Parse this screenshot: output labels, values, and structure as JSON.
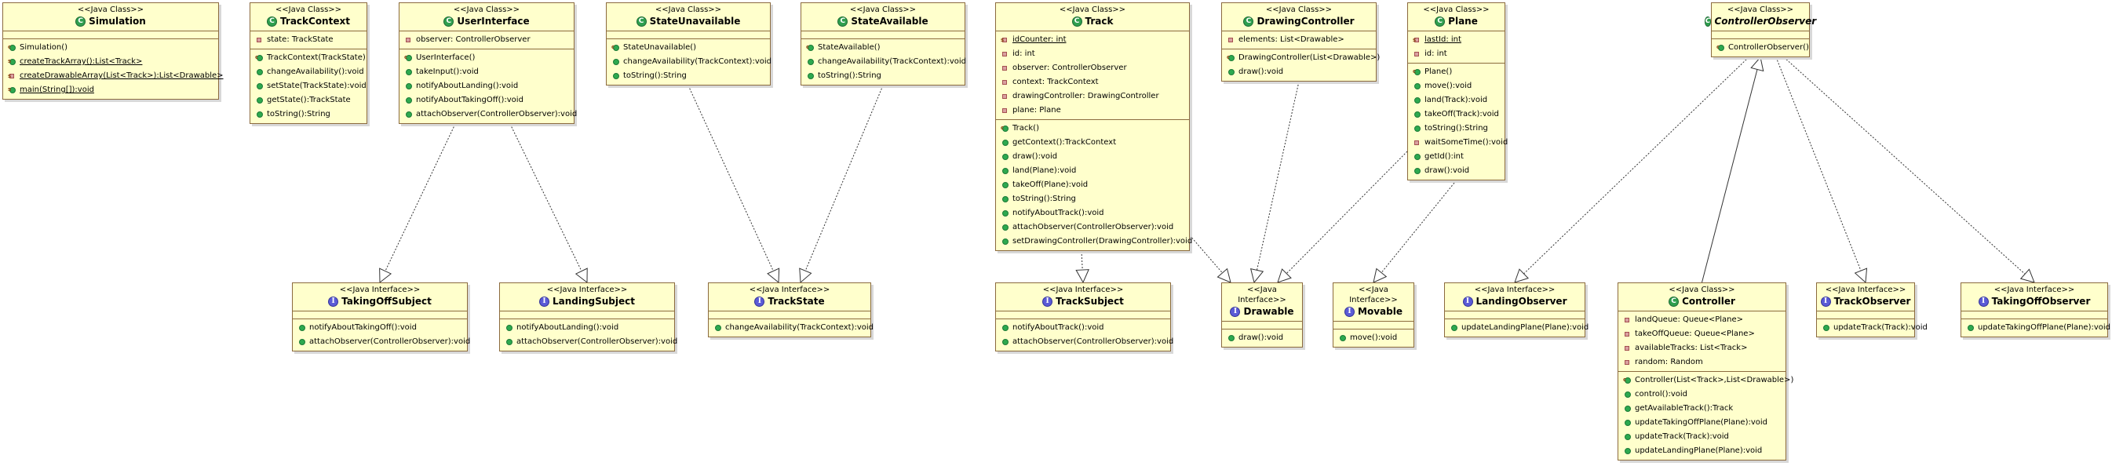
{
  "classes": [
    {
      "id": "Simulation",
      "stereotype": "<<Java Class>>",
      "name": "Simulation",
      "kind": "class",
      "abstract": false,
      "fields": [],
      "methods": [
        {
          "vis": "public",
          "ctor": true,
          "static": false,
          "text": "Simulation()"
        },
        {
          "vis": "public",
          "ctor": false,
          "static": true,
          "text": "createTrackArray():List<Track>"
        },
        {
          "vis": "private",
          "ctor": false,
          "static": true,
          "text": "createDrawableArray(List<Track>):List<Drawable>"
        },
        {
          "vis": "public",
          "ctor": false,
          "static": true,
          "text": "main(String[]):void"
        }
      ]
    },
    {
      "id": "TrackContext",
      "stereotype": "<<Java Class>>",
      "name": "TrackContext",
      "kind": "class",
      "abstract": false,
      "fields": [
        {
          "vis": "private",
          "text": "state: TrackState"
        }
      ],
      "methods": [
        {
          "vis": "public",
          "ctor": true,
          "text": "TrackContext(TrackState)"
        },
        {
          "vis": "public",
          "text": "changeAvailability():void"
        },
        {
          "vis": "public",
          "text": "setState(TrackState):void"
        },
        {
          "vis": "public",
          "text": "getState():TrackState"
        },
        {
          "vis": "public",
          "text": "toString():String"
        }
      ]
    },
    {
      "id": "UserInterface",
      "stereotype": "<<Java Class>>",
      "name": "UserInterface",
      "kind": "class",
      "abstract": false,
      "fields": [
        {
          "vis": "private",
          "text": "observer: ControllerObserver"
        }
      ],
      "methods": [
        {
          "vis": "public",
          "ctor": true,
          "text": "UserInterface()"
        },
        {
          "vis": "public",
          "text": "takeInput():void"
        },
        {
          "vis": "public",
          "text": "notifyAboutLanding():void"
        },
        {
          "vis": "public",
          "text": "notifyAboutTakingOff():void"
        },
        {
          "vis": "public",
          "text": "attachObserver(ControllerObserver):void"
        }
      ]
    },
    {
      "id": "StateUnavailable",
      "stereotype": "<<Java Class>>",
      "name": "StateUnavailable",
      "kind": "class",
      "abstract": false,
      "fields": [],
      "methods": [
        {
          "vis": "public",
          "ctor": true,
          "text": "StateUnavailable()"
        },
        {
          "vis": "public",
          "text": "changeAvailability(TrackContext):void"
        },
        {
          "vis": "public",
          "text": "toString():String"
        }
      ]
    },
    {
      "id": "StateAvailable",
      "stereotype": "<<Java Class>>",
      "name": "StateAvailable",
      "kind": "class",
      "abstract": false,
      "fields": [],
      "methods": [
        {
          "vis": "public",
          "ctor": true,
          "text": "StateAvailable()"
        },
        {
          "vis": "public",
          "text": "changeAvailability(TrackContext):void"
        },
        {
          "vis": "public",
          "text": "toString():String"
        }
      ]
    },
    {
      "id": "Track",
      "stereotype": "<<Java Class>>",
      "name": "Track",
      "kind": "class",
      "abstract": false,
      "fields": [
        {
          "vis": "private",
          "static": true,
          "text": "idCounter: int"
        },
        {
          "vis": "private",
          "text": "id: int"
        },
        {
          "vis": "private",
          "text": "observer: ControllerObserver"
        },
        {
          "vis": "private",
          "text": "context: TrackContext"
        },
        {
          "vis": "private",
          "text": "drawingController: DrawingController"
        },
        {
          "vis": "private",
          "text": "plane: Plane"
        }
      ],
      "methods": [
        {
          "vis": "public",
          "ctor": true,
          "text": "Track()"
        },
        {
          "vis": "public",
          "text": "getContext():TrackContext"
        },
        {
          "vis": "public",
          "text": "draw():void"
        },
        {
          "vis": "public",
          "text": "land(Plane):void"
        },
        {
          "vis": "public",
          "text": "takeOff(Plane):void"
        },
        {
          "vis": "public",
          "text": "toString():String"
        },
        {
          "vis": "public",
          "text": "notifyAboutTrack():void"
        },
        {
          "vis": "public",
          "text": "attachObserver(ControllerObserver):void"
        },
        {
          "vis": "public",
          "text": "setDrawingController(DrawingController):void"
        }
      ]
    },
    {
      "id": "DrawingController",
      "stereotype": "<<Java Class>>",
      "name": "DrawingController",
      "kind": "class",
      "abstract": false,
      "fields": [
        {
          "vis": "private",
          "text": "elements: List<Drawable>"
        }
      ],
      "methods": [
        {
          "vis": "public",
          "ctor": true,
          "text": "DrawingController(List<Drawable>)"
        },
        {
          "vis": "public",
          "text": "draw():void"
        }
      ]
    },
    {
      "id": "Plane",
      "stereotype": "<<Java Class>>",
      "name": "Plane",
      "kind": "class",
      "abstract": false,
      "fields": [
        {
          "vis": "private",
          "static": true,
          "text": "lastId: int"
        },
        {
          "vis": "private",
          "text": "id: int"
        }
      ],
      "methods": [
        {
          "vis": "public",
          "ctor": true,
          "text": "Plane()"
        },
        {
          "vis": "public",
          "text": "move():void"
        },
        {
          "vis": "public",
          "text": "land(Track):void"
        },
        {
          "vis": "public",
          "text": "takeOff(Track):void"
        },
        {
          "vis": "public",
          "text": "toString():String"
        },
        {
          "vis": "private",
          "text": "waitSomeTime():void"
        },
        {
          "vis": "public",
          "text": "getId():int"
        },
        {
          "vis": "public",
          "text": "draw():void"
        }
      ]
    },
    {
      "id": "ControllerObserver",
      "stereotype": "<<Java Class>>",
      "name": "ControllerObserver",
      "kind": "class",
      "abstract": true,
      "fields": [],
      "methods": [
        {
          "vis": "public",
          "ctor": true,
          "text": "ControllerObserver()"
        }
      ]
    },
    {
      "id": "TakingOffSubject",
      "stereotype": "<<Java Interface>>",
      "name": "TakingOffSubject",
      "kind": "interface",
      "abstract": false,
      "fields": [],
      "methods": [
        {
          "vis": "public",
          "text": "notifyAboutTakingOff():void"
        },
        {
          "vis": "public",
          "text": "attachObserver(ControllerObserver):void"
        }
      ]
    },
    {
      "id": "LandingSubject",
      "stereotype": "<<Java Interface>>",
      "name": "LandingSubject",
      "kind": "interface",
      "abstract": false,
      "fields": [],
      "methods": [
        {
          "vis": "public",
          "text": "notifyAboutLanding():void"
        },
        {
          "vis": "public",
          "text": "attachObserver(ControllerObserver):void"
        }
      ]
    },
    {
      "id": "TrackState",
      "stereotype": "<<Java Interface>>",
      "name": "TrackState",
      "kind": "interface",
      "abstract": false,
      "fields": [],
      "methods": [
        {
          "vis": "public",
          "text": "changeAvailability(TrackContext):void"
        }
      ]
    },
    {
      "id": "TrackSubject",
      "stereotype": "<<Java Interface>>",
      "name": "TrackSubject",
      "kind": "interface",
      "abstract": false,
      "fields": [],
      "methods": [
        {
          "vis": "public",
          "text": "notifyAboutTrack():void"
        },
        {
          "vis": "public",
          "text": "attachObserver(ControllerObserver):void"
        }
      ]
    },
    {
      "id": "Drawable",
      "stereotype": "<<Java Interface>>",
      "name": "Drawable",
      "kind": "interface",
      "abstract": false,
      "fields": [],
      "methods": [
        {
          "vis": "public",
          "text": "draw():void"
        }
      ]
    },
    {
      "id": "Movable",
      "stereotype": "<<Java Interface>>",
      "name": "Movable",
      "kind": "interface",
      "abstract": false,
      "fields": [],
      "methods": [
        {
          "vis": "public",
          "text": "move():void"
        }
      ]
    },
    {
      "id": "LandingObserver",
      "stereotype": "<<Java Interface>>",
      "name": "LandingObserver",
      "kind": "interface",
      "abstract": false,
      "fields": [],
      "methods": [
        {
          "vis": "public",
          "text": "updateLandingPlane(Plane):void"
        }
      ]
    },
    {
      "id": "Controller",
      "stereotype": "<<Java Class>>",
      "name": "Controller",
      "kind": "class",
      "abstract": false,
      "fields": [
        {
          "vis": "private",
          "text": "landQueue: Queue<Plane>"
        },
        {
          "vis": "private",
          "text": "takeOffQueue: Queue<Plane>"
        },
        {
          "vis": "private",
          "text": "availableTracks: List<Track>"
        },
        {
          "vis": "private",
          "text": "random: Random"
        }
      ],
      "methods": [
        {
          "vis": "public",
          "ctor": true,
          "text": "Controller(List<Track>,List<Drawable>)"
        },
        {
          "vis": "public",
          "text": "control():void"
        },
        {
          "vis": "public",
          "text": "getAvailableTrack():Track"
        },
        {
          "vis": "public",
          "text": "updateTakingOffPlane(Plane):void"
        },
        {
          "vis": "public",
          "text": "updateTrack(Track):void"
        },
        {
          "vis": "public",
          "text": "updateLandingPlane(Plane):void"
        }
      ]
    },
    {
      "id": "TrackObserver",
      "stereotype": "<<Java Interface>>",
      "name": "TrackObserver",
      "kind": "interface",
      "abstract": false,
      "fields": [],
      "methods": [
        {
          "vis": "public",
          "text": "updateTrack(Track):void"
        }
      ]
    },
    {
      "id": "TakingOffObserver",
      "stereotype": "<<Java Interface>>",
      "name": "TakingOffObserver",
      "kind": "interface",
      "abstract": false,
      "fields": [],
      "methods": [
        {
          "vis": "public",
          "text": "updateTakingOffPlane(Plane):void"
        }
      ]
    }
  ],
  "relations": [
    {
      "from": "UserInterface",
      "to": "TakingOffSubject",
      "type": "realization"
    },
    {
      "from": "UserInterface",
      "to": "LandingSubject",
      "type": "realization"
    },
    {
      "from": "StateUnavailable",
      "to": "TrackState",
      "type": "realization"
    },
    {
      "from": "StateAvailable",
      "to": "TrackState",
      "type": "realization"
    },
    {
      "from": "Track",
      "to": "TrackSubject",
      "type": "realization"
    },
    {
      "from": "Track",
      "to": "Drawable",
      "type": "realization"
    },
    {
      "from": "DrawingController",
      "to": "Drawable",
      "type": "realization"
    },
    {
      "from": "Plane",
      "to": "Drawable",
      "type": "realization"
    },
    {
      "from": "Plane",
      "to": "Movable",
      "type": "realization"
    },
    {
      "from": "ControllerObserver",
      "to": "LandingObserver",
      "type": "realization"
    },
    {
      "from": "Controller",
      "to": "ControllerObserver",
      "type": "generalization"
    },
    {
      "from": "ControllerObserver",
      "to": "TrackObserver",
      "type": "realization"
    },
    {
      "from": "ControllerObserver",
      "to": "TakingOffObserver",
      "type": "realization"
    }
  ]
}
